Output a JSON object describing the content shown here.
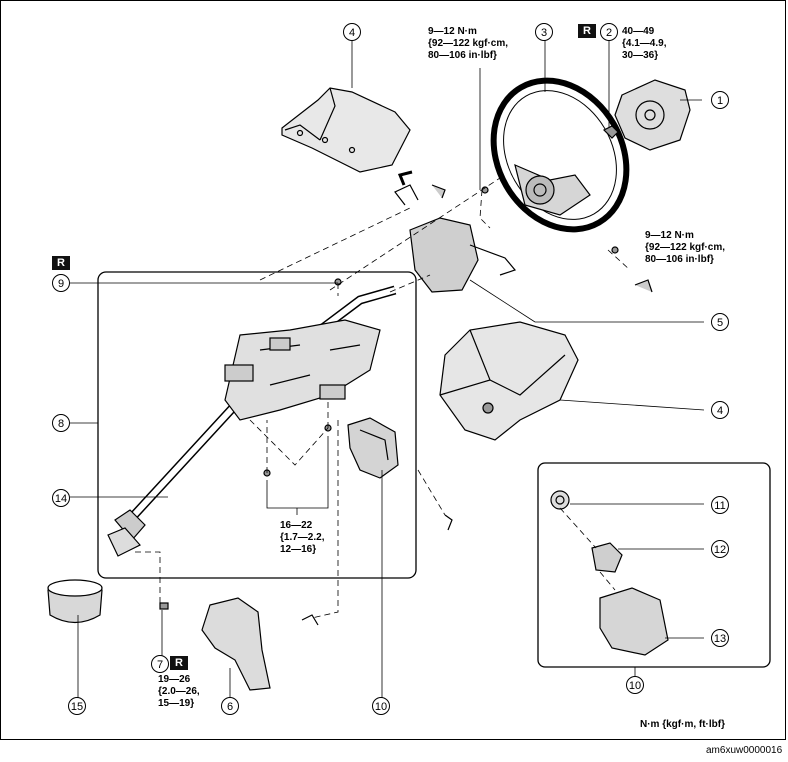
{
  "callouts": {
    "n1": "1",
    "n2": "2",
    "n3": "3",
    "n4a": "4",
    "n4b": "4",
    "n5": "5",
    "n6": "6",
    "n7": "7",
    "n8": "8",
    "n9": "9",
    "n10a": "10",
    "n10b": "10",
    "n11": "11",
    "n12": "12",
    "n13": "13",
    "n14": "14",
    "n15": "15"
  },
  "replace_badge": "R",
  "torque": {
    "column_bolts": "9—12 N·m\n{92—122 kgf·cm,\n80—106 in·lbf}",
    "wheel_nut": "40—49\n{4.1—4.9,\n30—36}",
    "switch_screws": "9—12 N·m\n{92—122 kgf·cm,\n80—106 in·lbf}",
    "column_mount": "16—22\n{1.7—2.2,\n12—16}",
    "joint_bolt": "19—26\n{2.0—26,\n15—19}"
  },
  "units_note": "N·m {kgf·m, ft·lbf}",
  "figure_code": "am6xuw0000016"
}
